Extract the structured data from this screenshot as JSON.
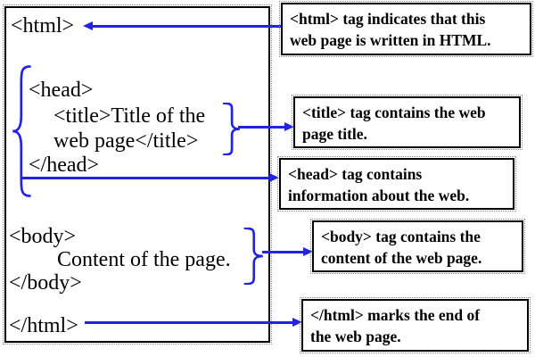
{
  "colors": {
    "accent_blue": "#2323e8",
    "border_black": "#000000",
    "background": "#ffffff"
  },
  "code_panel": {
    "lines": [
      "<html>",
      "<head>",
      "<title>Title of the",
      "web page</title>",
      "</head>",
      "<body>",
      "Content of the page.",
      "</body>",
      "</html>"
    ]
  },
  "annotations": [
    {
      "lines": [
        "<html> tag indicates that this",
        "web page is written in HTML."
      ]
    },
    {
      "lines": [
        "<title> tag contains the web",
        "page title."
      ]
    },
    {
      "lines": [
        "<head> tag contains",
        "information about the web."
      ]
    },
    {
      "lines": [
        "<body> tag contains the",
        "content of the web page."
      ]
    },
    {
      "lines": [
        "</html> marks the end of",
        "the web page."
      ]
    }
  ],
  "icons": {
    "left_brace": "{",
    "right_brace": "}",
    "arrow_left": "←",
    "arrow_right": "→"
  }
}
